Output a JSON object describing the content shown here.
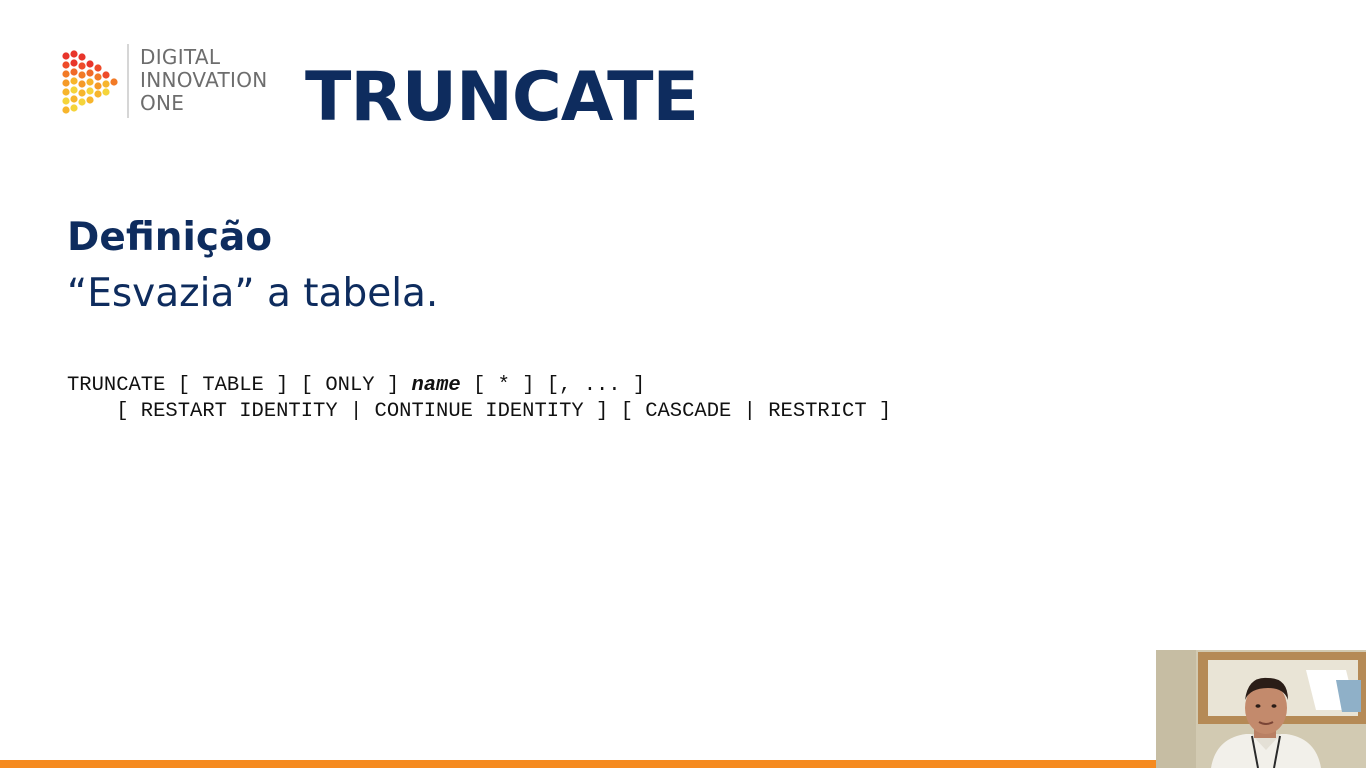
{
  "logo": {
    "line1": "DIGITAL",
    "line2": "INNOVATION",
    "line3": "ONE",
    "dot_colors": [
      "#e8352b",
      "#f27a26",
      "#f7b52c",
      "#f5d43a"
    ]
  },
  "slide": {
    "title": "TRUNCATE",
    "definition_heading": "Definição",
    "definition_text": "“Esvazia” a tabela.",
    "syntax": {
      "line1_pre": "TRUNCATE [ TABLE ] [ ONLY ] ",
      "line1_name": "name",
      "line1_post": " [ * ] [, ... ]",
      "line2": "    [ RESTART IDENTITY | CONTINUE IDENTITY ] [ CASCADE | RESTRICT ]"
    }
  },
  "colors": {
    "title": "#0e2c5e",
    "accent_bar": "#f58a1f",
    "logo_text": "#6d6d6d"
  },
  "webcam": {
    "icon": "presenter-video"
  }
}
